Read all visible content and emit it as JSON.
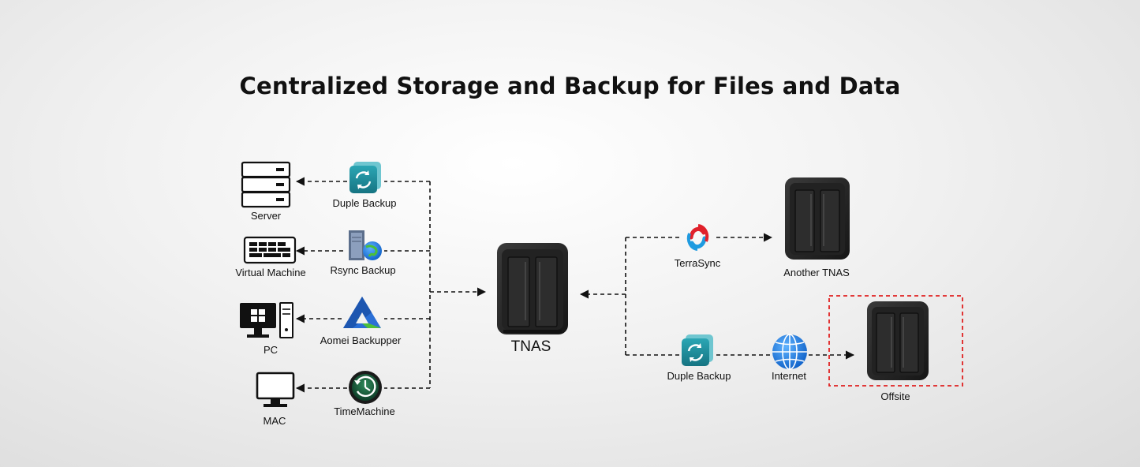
{
  "title": "Centralized Storage and Backup for Files and Data",
  "left": {
    "devices": [
      {
        "label": "Server",
        "icon": "server-icon"
      },
      {
        "label": "Virtual Machine",
        "icon": "keyboard-icon"
      },
      {
        "label": "PC",
        "icon": "desktop-pc-icon"
      },
      {
        "label": "MAC",
        "icon": "monitor-icon"
      }
    ],
    "apps": [
      {
        "label": "Duple Backup",
        "icon": "duple-backup-icon"
      },
      {
        "label": "Rsync Backup",
        "icon": "rsync-backup-icon"
      },
      {
        "label": "Aomei Backupper",
        "icon": "aomei-backupper-icon"
      },
      {
        "label": "TimeMachine",
        "icon": "time-machine-icon"
      }
    ]
  },
  "center": {
    "label": "TNAS",
    "icon": "tnas-device-icon"
  },
  "right": {
    "sync_app": {
      "label": "TerraSync",
      "icon": "terrasync-icon"
    },
    "another": {
      "label": "Another TNAS",
      "icon": "tnas-device-icon"
    },
    "backup_app": {
      "label": "Duple Backup",
      "icon": "duple-backup-icon"
    },
    "internet": {
      "label": "Internet",
      "icon": "globe-icon"
    },
    "offsite": {
      "label": "Offsite",
      "icon": "tnas-device-icon"
    }
  },
  "colors": {
    "teal": "#1e8a99",
    "offsite_border": "#e02020",
    "globe": "#1a73d9",
    "terrasync_red": "#e0202a",
    "terrasync_blue": "#1f9be0",
    "aomei_blue": "#2a6fd6",
    "aomei_green": "#4bbf3a"
  }
}
